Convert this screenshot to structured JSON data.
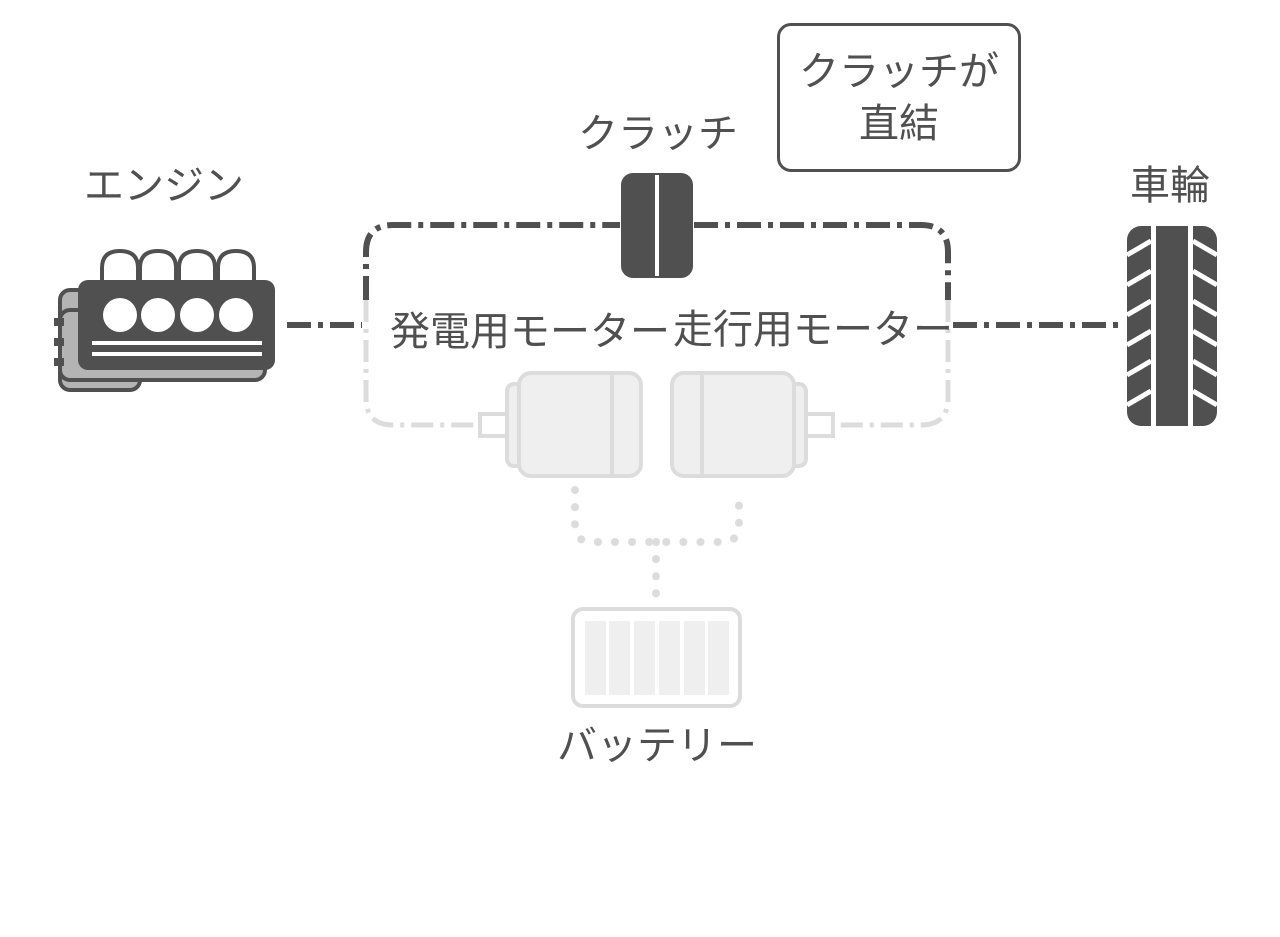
{
  "labels": {
    "engine": "エンジン",
    "clutch": "クラッチ",
    "wheel": "車輪",
    "generator_motor": "発電用モーター",
    "drive_motor": "走行用モーター",
    "battery": "バッテリー"
  },
  "callout": {
    "line1": "クラッチが",
    "line2": "直結"
  },
  "colors": {
    "active": "#505050",
    "inactive": "#dcdcdc",
    "inactive_fill": "#efefef",
    "engine_shadow": "#b4b4b4"
  },
  "icons": {
    "engine": "engine-icon",
    "clutch": "clutch-icon",
    "wheel": "tire-icon",
    "generator_motor": "motor-icon",
    "drive_motor": "motor-icon",
    "battery": "battery-icon"
  }
}
